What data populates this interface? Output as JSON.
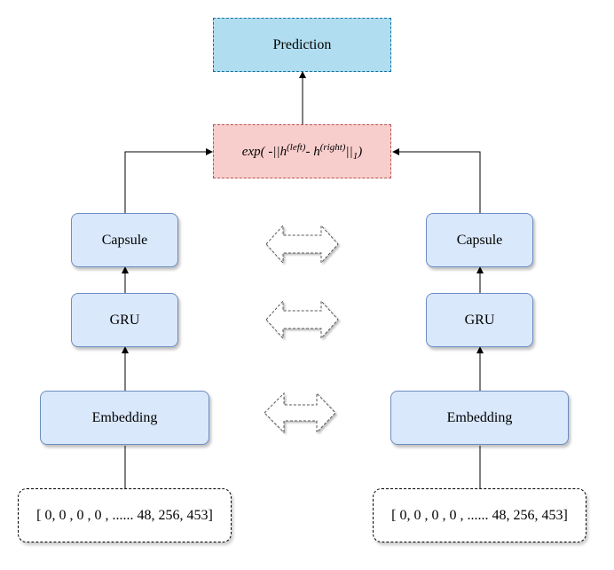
{
  "prediction": "Prediction",
  "similarity": {
    "exp": "exp( -||h",
    "left_sup": "(left)",
    "minus": "- h",
    "right_sup": "(right)",
    "norm": "||",
    "sub": "1",
    "close": ")"
  },
  "left": {
    "capsule": "Capsule",
    "gru": "GRU",
    "embedding": "Embedding",
    "input": "[ 0, 0 , 0 , 0 , ...... 48, 256, 453]"
  },
  "right": {
    "capsule": "Capsule",
    "gru": "GRU",
    "embedding": "Embedding",
    "input": "[ 0, 0 , 0 , 0 , ...... 48, 256, 453]"
  },
  "colors": {
    "layer_fill": "#dae8fc",
    "prediction_fill": "#b1ddf0",
    "similarity_fill": "#f8cecc"
  },
  "icons": [
    "double-arrow-icon",
    "double-arrow-icon",
    "double-arrow-icon"
  ]
}
